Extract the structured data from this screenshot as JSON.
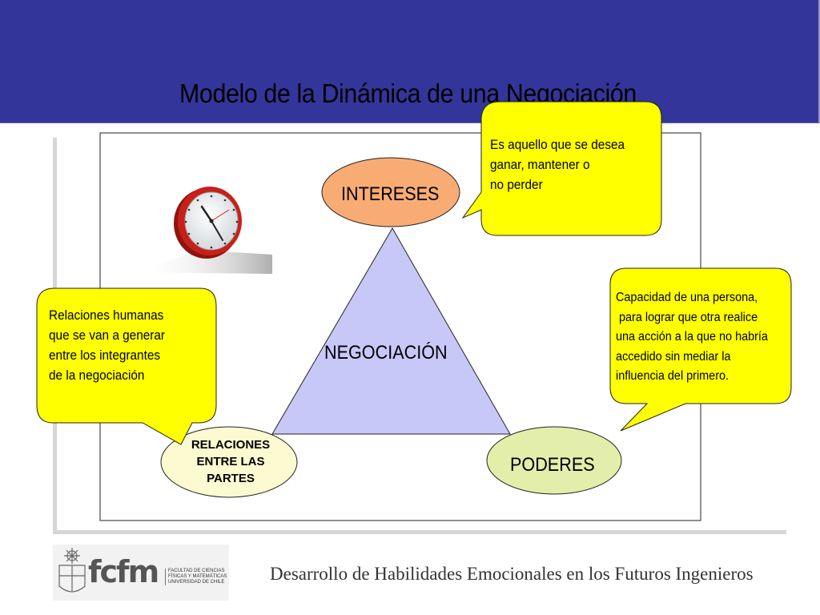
{
  "slide": {
    "title": "Modelo de la Dinámica de una Negociación",
    "footer": "Desarrollo de Habilidades Emocionales en los Futuros Ingenieros"
  },
  "diagram": {
    "center_label": "NEGOCIACIÓN",
    "nodes": {
      "intereses": "INTERESES",
      "poderes": "PODERES",
      "relaciones": [
        "RELACIONES",
        "ENTRE LAS",
        "PARTES"
      ]
    },
    "callouts": {
      "intereses": [
        "Es aquello que se desea",
        "ganar, mantener o",
        "no perder"
      ],
      "poderes": [
        "Capacidad de una persona,",
        " para lograr que otra realice",
        "una acción a la que no habría",
        "accedido sin mediar la",
        "influencia del primero."
      ],
      "relaciones": [
        "Relaciones humanas",
        "que se van a generar",
        "entre los integrantes",
        "de la negociación"
      ]
    }
  },
  "logo": {
    "wordmark": "fcfm",
    "lines": [
      "FACULTAD DE CIENCIAS",
      "FÍSICAS Y MATEMÁTICAS",
      "UNIVERSIDAD DE CHILE"
    ]
  },
  "colors": {
    "header_bg": "#34359a",
    "callout_fill": "#ffff00",
    "triangle_fill": "#c8c8f8",
    "intereses_fill": "#f8ac74",
    "poderes_fill": "#e2eeaa",
    "relaciones_fill": "#fcfad0",
    "clock_red": "#c82018"
  }
}
